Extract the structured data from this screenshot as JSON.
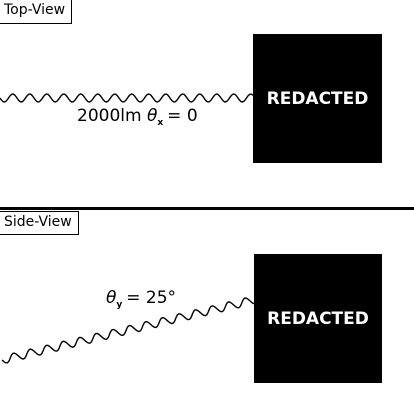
{
  "top_view": {
    "label": "Top-View",
    "block_text": "REDACTED",
    "annotation": {
      "power": "2000lm",
      "theta": "θ",
      "axis": "x",
      "value": "= 0"
    }
  },
  "side_view": {
    "label": "Side-View",
    "block_text": "REDACTED",
    "annotation": {
      "theta": "θ",
      "axis": "y",
      "value": "= 25°"
    }
  }
}
